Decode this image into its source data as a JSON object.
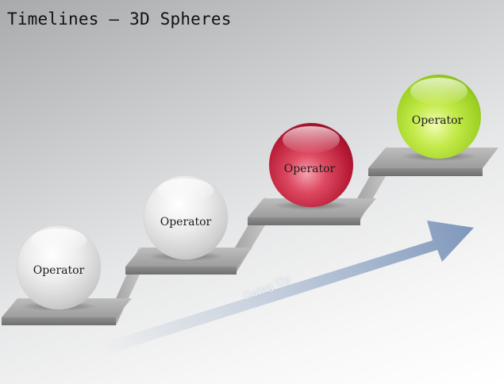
{
  "title": "Timelines – 3D Spheres",
  "arrow": {
    "label": "Going Up"
  },
  "spheres": [
    {
      "label": "Operator",
      "color": "#e2e2e2"
    },
    {
      "label": "Operator",
      "color": "#e2e2e2"
    },
    {
      "label": "Operator",
      "color": "#c2213e"
    },
    {
      "label": "Operator",
      "color": "#a6d62a"
    }
  ]
}
